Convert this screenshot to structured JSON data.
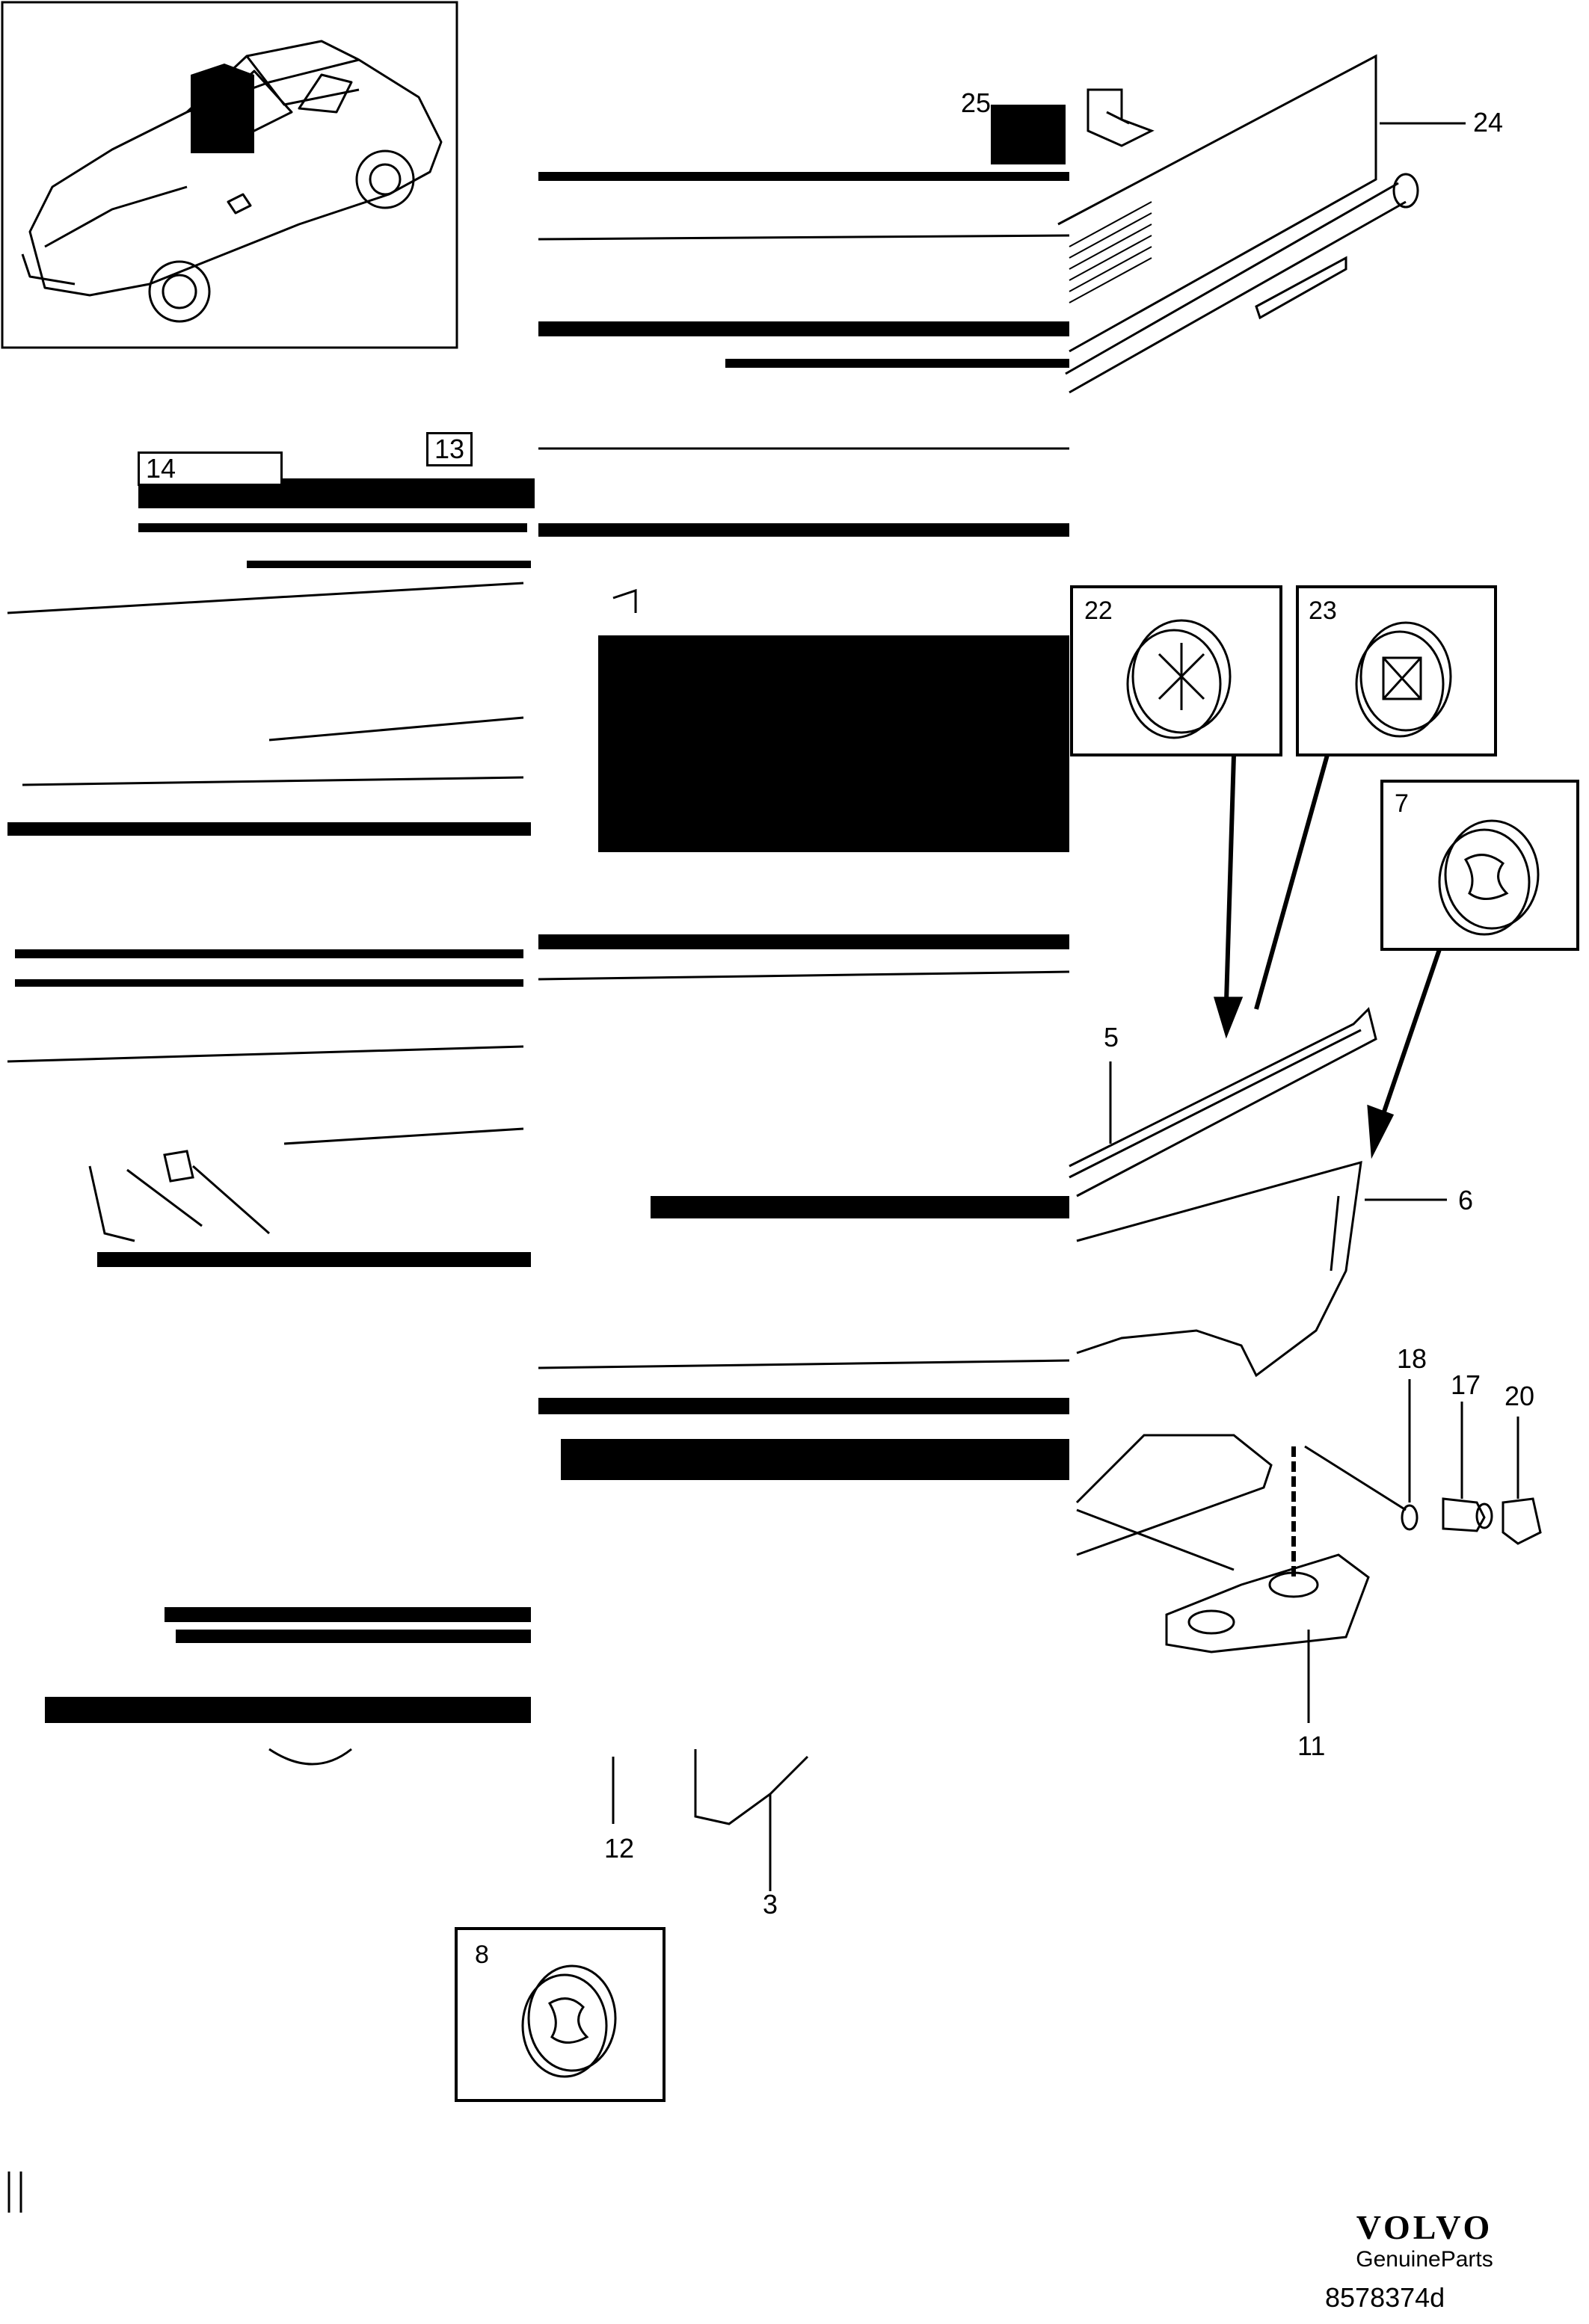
{
  "callouts": {
    "c3": "3",
    "c5": "5",
    "c6": "6",
    "c7": "7",
    "c8": "8",
    "c11": "11",
    "c12": "12",
    "c13": "13",
    "c14": "14",
    "c17": "17",
    "c18": "18",
    "c20": "20",
    "c22": "22",
    "c23": "23",
    "c24": "24",
    "c25": "25"
  },
  "brand": {
    "logo": "VOLVO",
    "subtitle": "GenuineParts",
    "drawing_id": "8578374d"
  },
  "colors": {
    "line": "#000000",
    "paper": "#ffffff",
    "shade": "#d9d9d9"
  }
}
